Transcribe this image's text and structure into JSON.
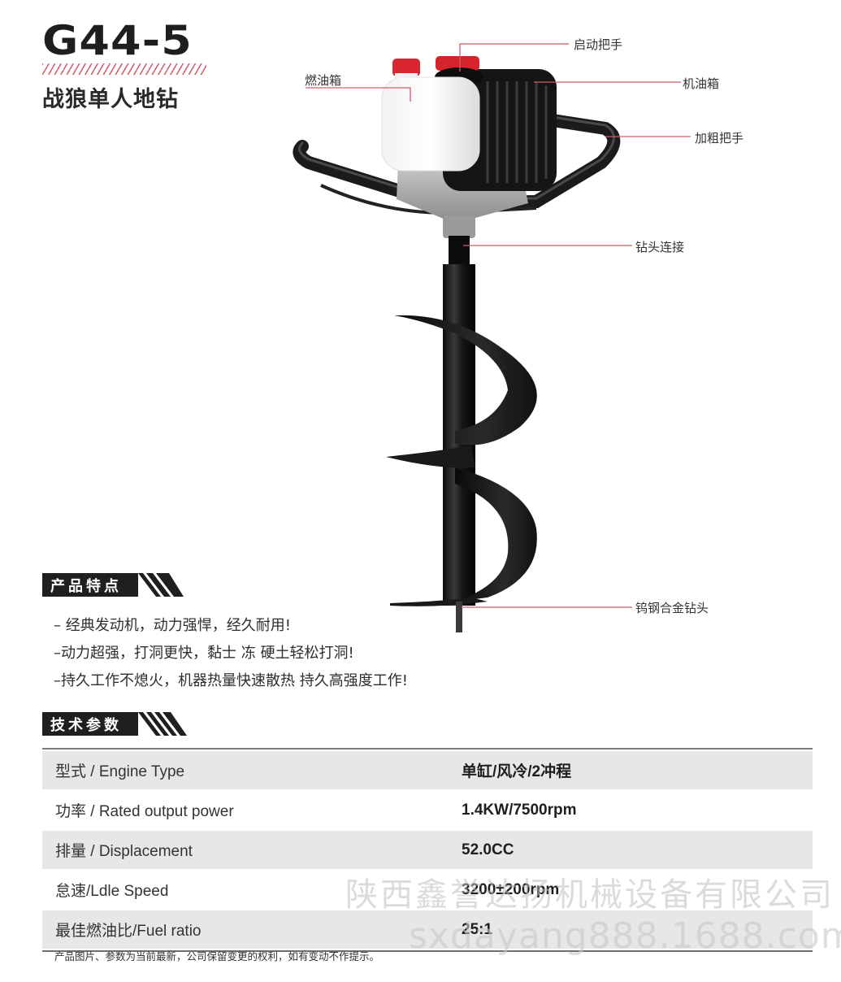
{
  "header": {
    "model": "G44-5",
    "subtitle": "战狼单人地钻",
    "accent_color": "#d45a68"
  },
  "product_image": {
    "description": "earth-auger-drill",
    "callouts": [
      {
        "label": "启动把手",
        "target": "starter-handle"
      },
      {
        "label": "燃油箱",
        "target": "fuel-tank"
      },
      {
        "label": "机油箱",
        "target": "oil-tank"
      },
      {
        "label": "加粗把手",
        "target": "thick-handle"
      },
      {
        "label": "钻头连接",
        "target": "bit-connection"
      },
      {
        "label": "钨钢合金钻头",
        "target": "tungsten-alloy-bit"
      }
    ],
    "callout_line_color": "#d45a68"
  },
  "features": {
    "title": "产品特点",
    "items": [
      "– 经典发动机，动力强悍，经久耐用!",
      "–动力超强，打洞更快，黏士 冻 硬土轻松打洞!",
      "–持久工作不熄火，机器热量快速散热 持久高强度工作!"
    ]
  },
  "specs": {
    "title": "技术参数",
    "rows": [
      {
        "label": "型式 / Engine Type",
        "value": "单缸/风冷/2冲程"
      },
      {
        "label": "功率 / Rated output power",
        "value": "1.4KW/7500rpm"
      },
      {
        "label": "排量 / Displacement",
        "value": "52.0CC"
      },
      {
        "label": "怠速/Ldle Speed",
        "value": "3200±200rpm"
      },
      {
        "label": "最佳燃油比/Fuel ratio",
        "value": "25:1"
      }
    ]
  },
  "note": "产品图片、参数为当前最新，公司保留变更的权利，如有变动不作提示。",
  "watermark": {
    "company": "陕西鑫誉达扬机械设备有限公司",
    "site": "sxdayang888.1688.com"
  }
}
